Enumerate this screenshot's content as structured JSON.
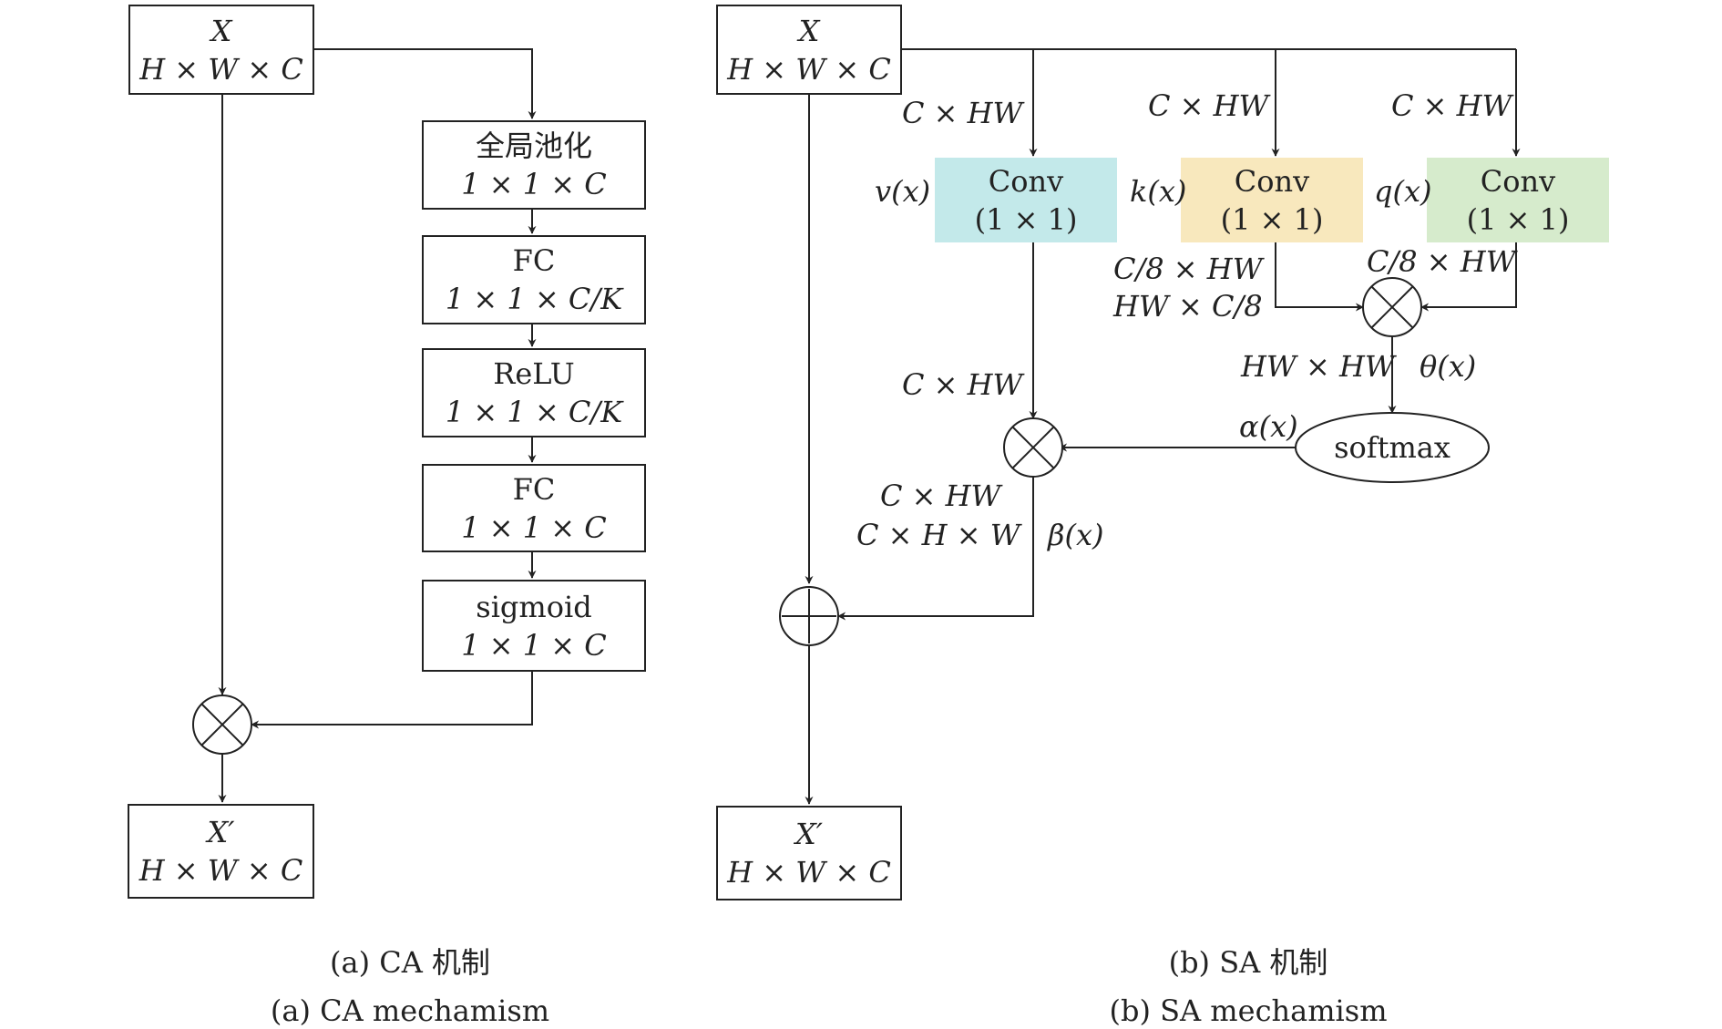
{
  "ca": {
    "input": {
      "name": "X",
      "dims": "H × W × C"
    },
    "pool": {
      "name": "全局池化",
      "dims": "1 × 1 × C"
    },
    "fc1": {
      "name": "FC",
      "dims": "1 × 1 × C/K"
    },
    "relu": {
      "name": "ReLU",
      "dims": "1 × 1 × C/K"
    },
    "fc2": {
      "name": "FC",
      "dims": "1 × 1 × C"
    },
    "sigmoid": {
      "name": "sigmoid",
      "dims": "1 × 1 × C"
    },
    "output": {
      "name": "X′",
      "dims": "H × W × C"
    },
    "caption_cn": "(a) CA 机制",
    "caption_en": "(a) CA mechamism"
  },
  "sa": {
    "input": {
      "name": "X",
      "dims": "H × W × C"
    },
    "conv_v": {
      "name": "Conv",
      "dims": "(1 × 1)",
      "fn": "v(x)",
      "in_dims": "C × HW",
      "color": "#c3e9ea"
    },
    "conv_k": {
      "name": "Conv",
      "dims": "(1 × 1)",
      "fn": "k(x)",
      "in_dims": "C × HW",
      "color": "#f8e8bd"
    },
    "conv_q": {
      "name": "Conv",
      "dims": "(1 × 1)",
      "fn": "q(x)",
      "in_dims": "C × HW",
      "color": "#d6ebcc"
    },
    "k_out_1": "C/8 × HW",
    "k_out_2": "HW × C/8",
    "q_out": "C/8 × HW",
    "theta_dims": "HW × HW",
    "theta": "θ(x)",
    "softmax": "softmax",
    "alpha": "α(x)",
    "v_out": "C × HW",
    "beta_dims_1": "C × HW",
    "beta_dims_2": "C × H × W",
    "beta": "β(x)",
    "output": {
      "name": "X′",
      "dims": "H × W × C"
    },
    "caption_cn": "(b) SA 机制",
    "caption_en": "(b) SA mechamism"
  }
}
